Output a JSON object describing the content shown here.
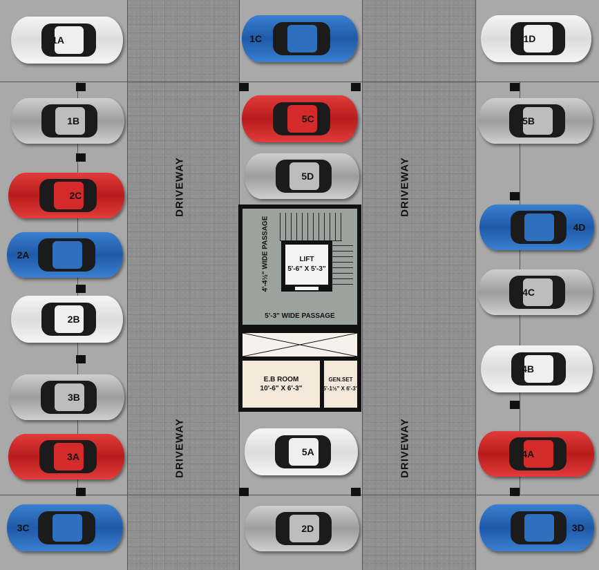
{
  "driveway_label": "DRIVEWAY",
  "core": {
    "lift_title": "LIFT",
    "lift_size": "5'-6\" X 5'-3\"",
    "vertical_passage": "4'-4½\" WIDE PASSAGE",
    "horizontal_passage": "5'-3\" WIDE PASSAGE",
    "eb_room_title": "E.B ROOM",
    "eb_room_size": "10'-6\" X 6'-3\"",
    "genset_title": "GEN.SET",
    "genset_size": "5'-1½\" X 6'-3\""
  },
  "colors": {
    "white": "#f0f0f0",
    "silver": "#b3b3b3",
    "red": "#c62828",
    "blue": "#2a6bbd"
  },
  "cars": {
    "c1A": {
      "label": "1A",
      "color": "white"
    },
    "c1B": {
      "label": "1B",
      "color": "silver"
    },
    "c2C": {
      "label": "2C",
      "color": "red"
    },
    "c2A": {
      "label": "2A",
      "color": "blue"
    },
    "c2B": {
      "label": "2B",
      "color": "white"
    },
    "c3B": {
      "label": "3B",
      "color": "silver"
    },
    "c3A": {
      "label": "3A",
      "color": "red"
    },
    "c3C": {
      "label": "3C",
      "color": "blue"
    },
    "c1C": {
      "label": "1C",
      "color": "blue"
    },
    "c5C": {
      "label": "5C",
      "color": "red"
    },
    "c5D": {
      "label": "5D",
      "color": "silver"
    },
    "c5A": {
      "label": "5A",
      "color": "white"
    },
    "c2D": {
      "label": "2D",
      "color": "silver"
    },
    "c1D": {
      "label": "1D",
      "color": "white"
    },
    "c5B": {
      "label": "5B",
      "color": "silver"
    },
    "c4D": {
      "label": "4D",
      "color": "blue"
    },
    "c4C": {
      "label": "4C",
      "color": "silver"
    },
    "c4B": {
      "label": "4B",
      "color": "white"
    },
    "c4A": {
      "label": "4A",
      "color": "red"
    },
    "c3D": {
      "label": "3D",
      "color": "blue"
    }
  }
}
